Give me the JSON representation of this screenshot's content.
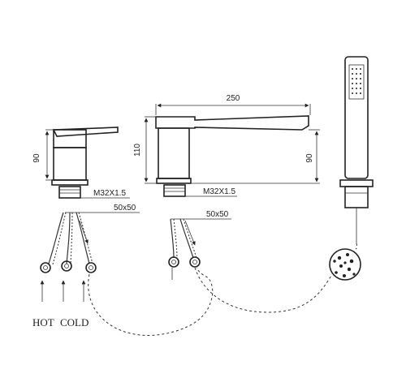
{
  "dimensions": {
    "mixer_height": "90",
    "mixer_thread": "M32X1.5",
    "mixer_base": "50x50",
    "spout_length": "250",
    "spout_height": "110",
    "spout_outlet_height": "90",
    "spout_thread": "M32X1.5",
    "spout_base": "50x50"
  },
  "labels": {
    "hot": "HOT",
    "cold": "COLD"
  }
}
